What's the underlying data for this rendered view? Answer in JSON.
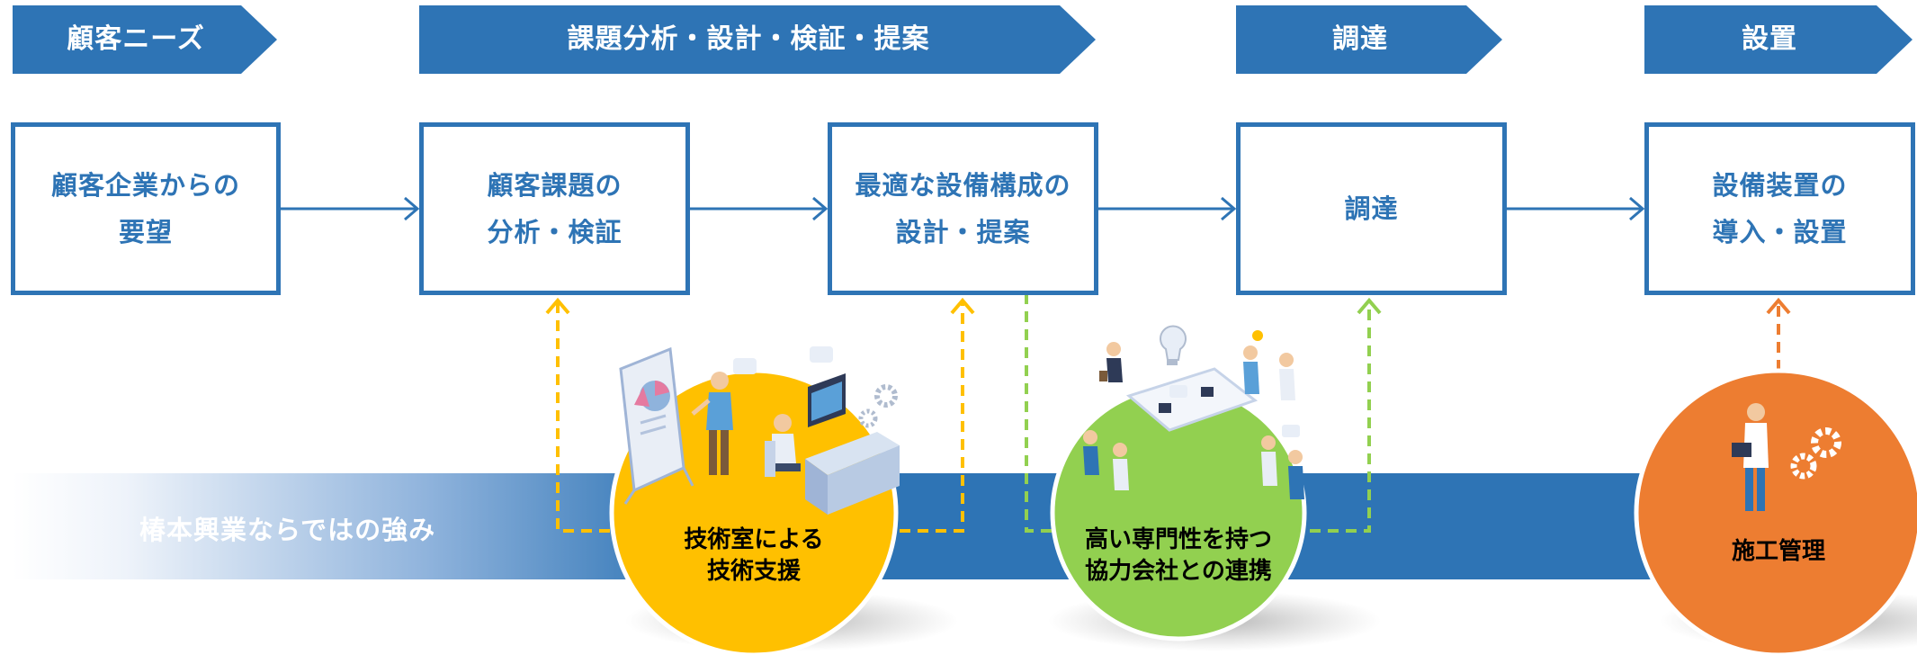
{
  "phases": [
    {
      "label": "顧客ニーズ"
    },
    {
      "label": "課題分析・設計・検証・提案"
    },
    {
      "label": "調達"
    },
    {
      "label": "設置"
    }
  ],
  "steps": [
    {
      "line1": "顧客企業からの",
      "line2": "要望"
    },
    {
      "line1": "顧客課題の",
      "line2": "分析・検証"
    },
    {
      "line1": "最適な設備構成の",
      "line2": "設計・提案"
    },
    {
      "line1": "調達",
      "line2": ""
    },
    {
      "line1": "設備装置の",
      "line2": "導入・設置"
    }
  ],
  "strength_banner": {
    "title": "椿本興業ならではの強み"
  },
  "strengths": [
    {
      "line1": "技術室による",
      "line2": "技術支援",
      "color": "#ffc000"
    },
    {
      "line1": "高い専門性を持つ",
      "line2": "協力会社との連携",
      "color": "#92d050"
    },
    {
      "line1": "施工管理",
      "line2": "",
      "color": "#ed7d31"
    }
  ],
  "colors": {
    "primary": "#2e74b5",
    "yellow": "#ffc000",
    "green": "#92d050",
    "orange": "#ed7d31"
  }
}
